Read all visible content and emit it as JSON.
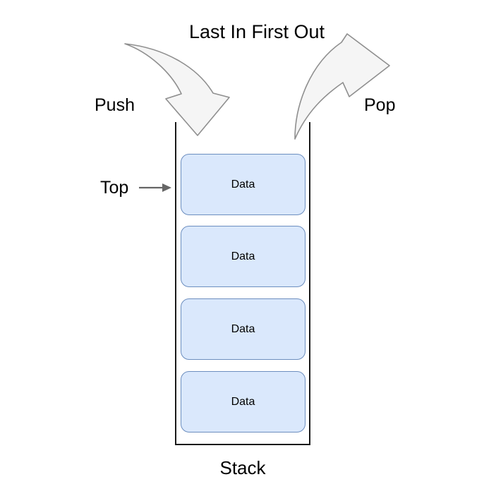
{
  "diagram": {
    "title": "Last In First Out",
    "labels": {
      "push": "Push",
      "pop": "Pop",
      "top": "Top",
      "stack": "Stack"
    },
    "stack": {
      "items": [
        {
          "label": "Data"
        },
        {
          "label": "Data"
        },
        {
          "label": "Data"
        },
        {
          "label": "Data"
        }
      ]
    },
    "colors": {
      "background": "#ffffff",
      "text": "#000000",
      "box_fill": "#dae8fc",
      "box_border": "#6c8ebf",
      "arrow_fill": "#f5f5f5",
      "arrow_stroke": "#8f8f8f",
      "container_stroke": "#1a1a1a",
      "pointer_stroke": "#666666"
    }
  }
}
